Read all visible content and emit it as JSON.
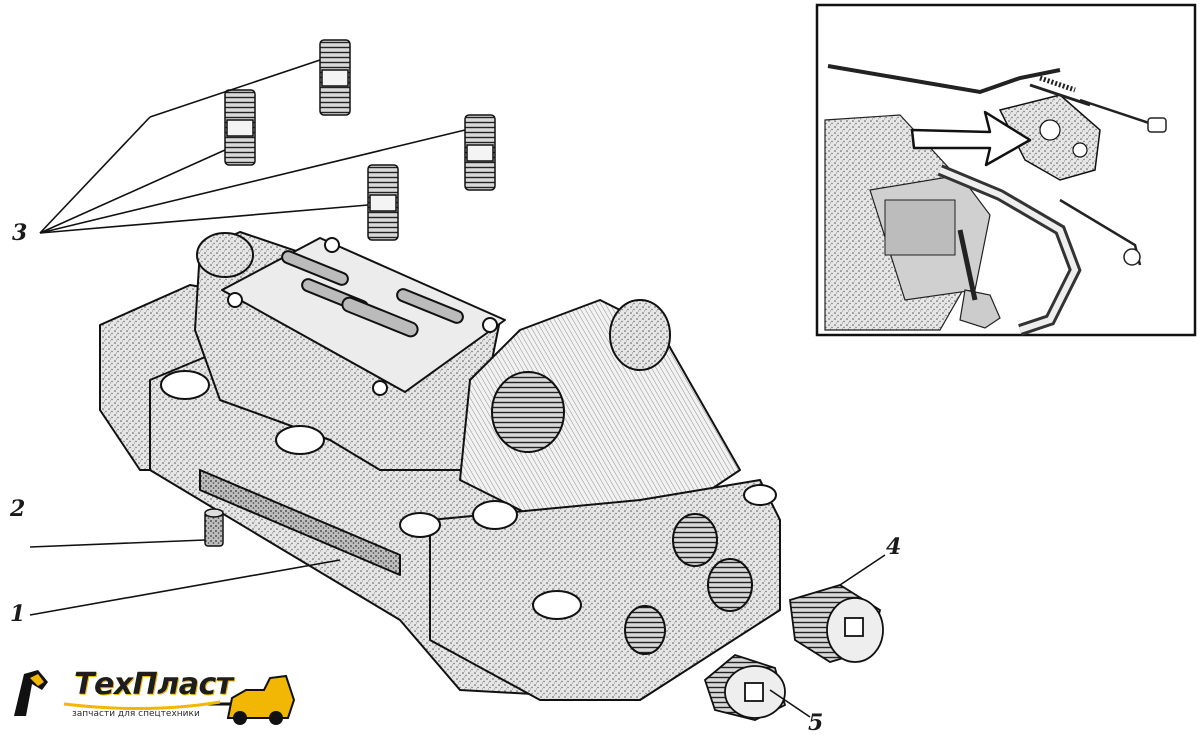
{
  "callouts": [
    "1",
    "2",
    "3",
    "4",
    "5"
  ],
  "brand": {
    "name": "ТехПласт",
    "tagline": "запчасти для спецтехники",
    "accent_color": "#f2b705"
  },
  "inset": {
    "description_icon": "arrow-icon"
  }
}
